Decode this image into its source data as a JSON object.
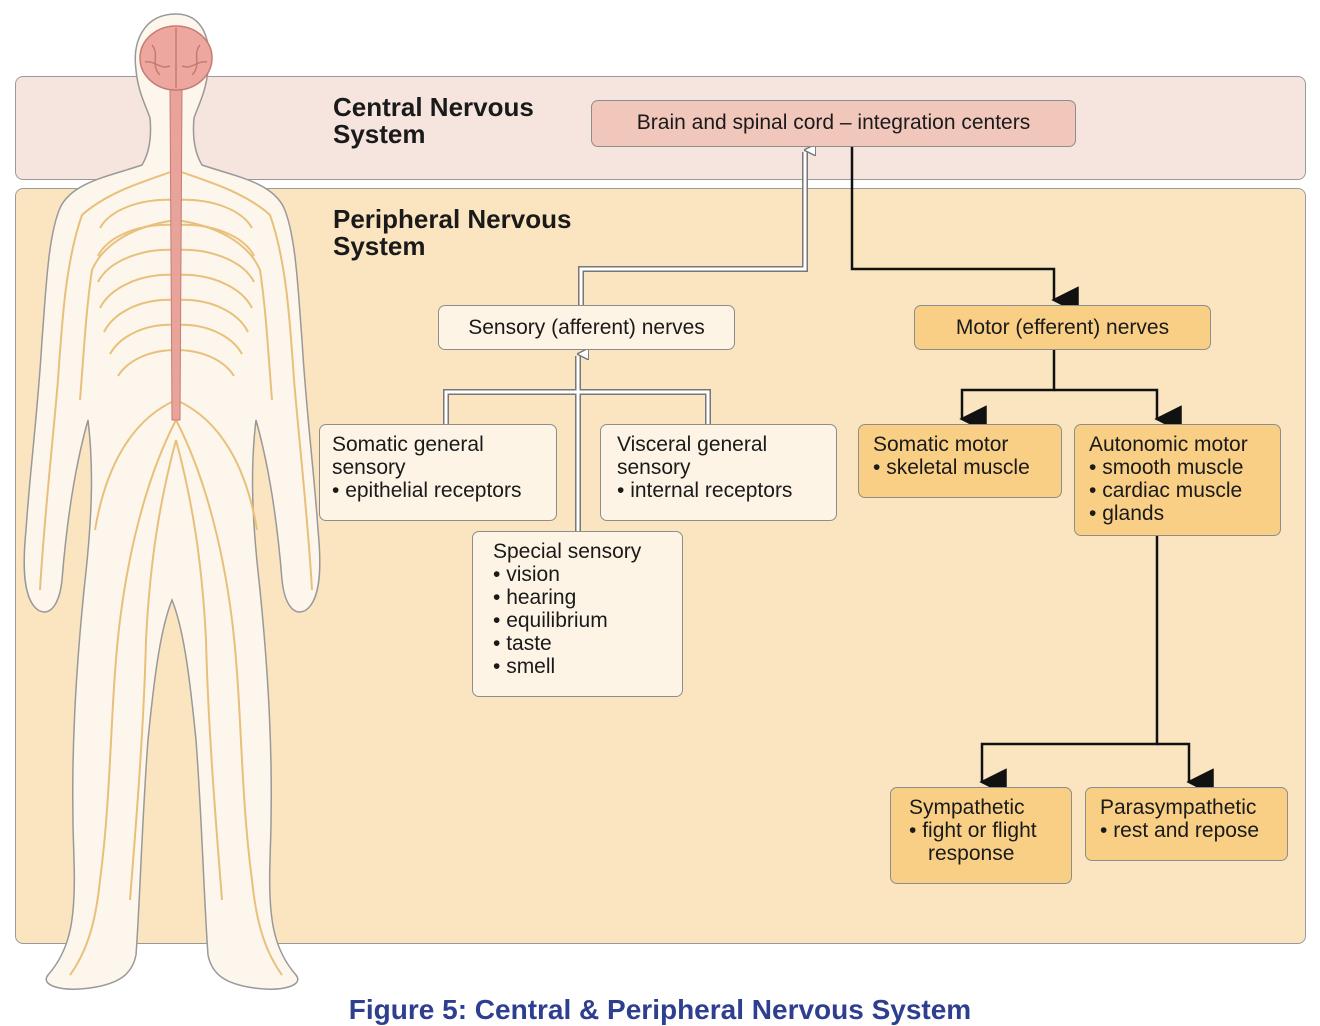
{
  "cns": {
    "heading_line1": "Central Nervous",
    "heading_line2": "System",
    "box_label": "Brain and spinal cord – integration centers"
  },
  "pns": {
    "heading_line1": "Peripheral Nervous",
    "heading_line2": "System"
  },
  "sensory": {
    "label": "Sensory (afferent) nerves",
    "somatic": {
      "line1": "Somatic general",
      "line2": "sensory",
      "items": [
        "epithelial receptors"
      ]
    },
    "visceral": {
      "line1": "Visceral general",
      "line2": "sensory",
      "items": [
        "internal receptors"
      ]
    },
    "special": {
      "title": "Special sensory",
      "items": [
        "vision",
        "hearing",
        "equilibrium",
        "taste",
        "smell"
      ]
    }
  },
  "motor": {
    "label": "Motor (efferent) nerves",
    "somatic": {
      "title": "Somatic motor",
      "items": [
        "skeletal muscle"
      ]
    },
    "autonomic": {
      "title": "Autonomic motor",
      "items": [
        "smooth muscle",
        "cardiac muscle",
        "glands"
      ]
    },
    "sympathetic": {
      "title": "Sympathetic",
      "items": [
        "fight or flight"
      ],
      "continuation": "response"
    },
    "parasympathetic": {
      "title": "Parasympathetic",
      "items": [
        "rest and repose"
      ]
    }
  },
  "caption": "Figure 5: Central & Peripheral Nervous System",
  "colors": {
    "cns_panel": "#f6e4de",
    "pns_panel": "#fbe5c0",
    "cns_box": "#f2c7bb",
    "sensory_box": "#fdf4e6",
    "motor_box": "#f8cf85",
    "caption": "#2e3f8f"
  }
}
